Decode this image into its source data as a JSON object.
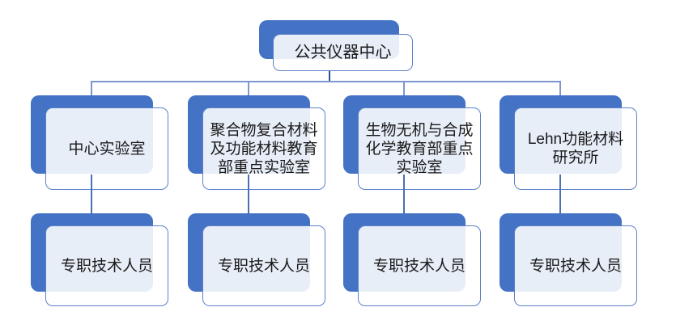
{
  "org": {
    "root": {
      "label": "公共仪器中心"
    },
    "departments": [
      {
        "label": "中心实验室",
        "staff": "专职技术人员"
      },
      {
        "label": "聚合物复合材料及功能材料教育部重点实验室",
        "staff": "专职技术人员"
      },
      {
        "label": "生物无机与合成化学教育部重点实验室",
        "staff": "专职技术人员"
      },
      {
        "label": "Lehn功能材料研究所",
        "staff": "专职技术人员"
      }
    ],
    "colors": {
      "accent_blue": "#4472C4",
      "box_border": "#5B82C9",
      "connector_light": "#7C97CF",
      "connector_mid": "#4A70B4",
      "connector_dark": "#2F4F8F",
      "text": "#1A1A1A"
    }
  }
}
